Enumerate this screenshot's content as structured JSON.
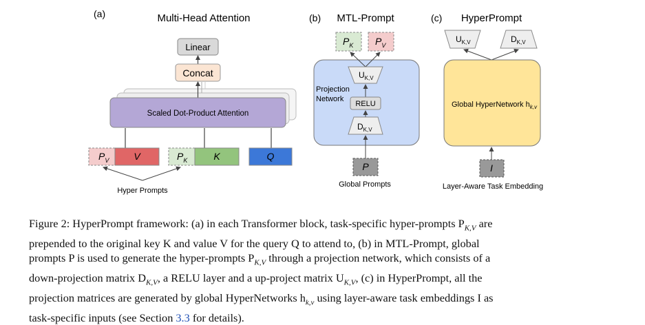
{
  "panels": {
    "a": {
      "letter": "(a)",
      "title": "Multi-Head Attention",
      "linear": "Linear",
      "concat": "Concat",
      "attention": "Scaled Dot-Product Attention",
      "inputs": {
        "pv_main": "P",
        "pv_sub": "V",
        "v": "V",
        "pk_main": "P",
        "pk_sub": "K",
        "k": "K",
        "q": "Q"
      },
      "hyper_prompts": "Hyper Prompts"
    },
    "b": {
      "letter": "(b)",
      "title": "MTL-Prompt",
      "pk_main": "P",
      "pk_sub": "K",
      "pv_main": "P",
      "pv_sub": "V",
      "u_main": "U",
      "u_sub": "K,V",
      "relu": "RELU",
      "d_main": "D",
      "d_sub": "K,V",
      "projection_1": "Projection",
      "projection_2": "Network",
      "p": "P",
      "global_prompts": "Global Prompts"
    },
    "c": {
      "letter": "(c)",
      "title": "HyperPrompt",
      "u_main": "U",
      "u_sub": "K,V",
      "d_main": "D",
      "d_sub": "K,V",
      "hypernet_main": "Global HyperNetwork h",
      "hypernet_sub": "k,v",
      "i": "I",
      "task_embedding": "Layer-Aware Task Embedding"
    }
  },
  "caption": {
    "lines": [
      "Figure 2: HyperPrompt framework: (a) in each Transformer block, task-specific hyper-prompts P",
      "prepended to the original key K and value V for the query Q to attend to, (b) in MTL-Prompt, global",
      "prompts P is used to generate the hyper-prompts P",
      "down-projection matrix D",
      "projection matrices are generated by global HyperNetworks h",
      "task-specific inputs (see Section "
    ],
    "line1_sub": "K,V",
    "line1_end": " are",
    "line3_sub": "K,V",
    "line3_end": " through a projection network, which consists of a",
    "line4_sub1": "K,V",
    "line4_mid": ", a RELU layer and a up-project matrix U",
    "line4_sub2": "K,V",
    "line4_end": ", (c) in HyperPrompt, all the",
    "line5_sub": "k,v",
    "line5_end": " using layer-aware task embeddings I as",
    "section_ref": "3.3",
    "line6_end": " for details)."
  },
  "colors": {
    "linear_fill": "#d9d9d9",
    "concat_fill": "#fbe5d3",
    "attention_fill": "#b4a7d6",
    "v_fill": "#e06666",
    "k_fill": "#93c47d",
    "q_fill": "#3c78d8",
    "pv_fill": "#f4cccc",
    "pk_fill": "#d9ead3",
    "projection_fill": "#c9daf8",
    "hypernet_fill": "#ffe599",
    "gray_box": "#999999"
  }
}
